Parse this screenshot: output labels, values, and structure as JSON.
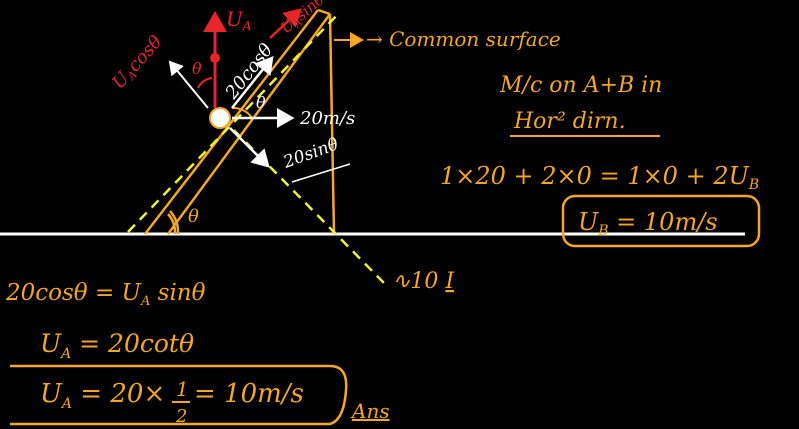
{
  "colors": {
    "background": "#000000",
    "ink_orange": "#f5a623",
    "ink_white": "#ffffff",
    "ink_red": "#e8262a",
    "dashed_yellow": "#f2f230"
  },
  "diagram": {
    "labels": {
      "ua_top": "U",
      "ua_top_sub": "A",
      "ua_cos": "U",
      "ua_cos_sub": "A",
      "ua_cos_rest": "cosθ",
      "ua_sin": "U",
      "ua_sin_sub": "A",
      "ua_sin_rest": "sinθ",
      "theta_small": "θ",
      "v20cos": "20cosθ",
      "theta_block": "θ",
      "v20": "20m/s",
      "v20sin": "20sinθ",
      "theta_incline": "θ",
      "impulse": "I",
      "impulse_prefix": "∿10"
    }
  },
  "notes": {
    "common_surface": "→ Common surface",
    "momentum_line1": "M/c on A+B in",
    "momentum_line2": "Hor² dirn.",
    "momentum_eq": "1×20 + 2×0 = 1×0 + 2U",
    "momentum_eq_sub": "B",
    "result_ub": "U",
    "result_ub_sub": "B",
    "result_ub_rest": " = 10m/s",
    "eq_cos": "20cosθ = U",
    "eq_cos_sub": "A",
    "eq_cos_rest": " sinθ",
    "eq_cot": "U",
    "eq_cot_sub": "A",
    "eq_cot_rest": " = 20cotθ",
    "final_lhs": "U",
    "final_lhs_sub": "A",
    "final_mid": " = 20×",
    "final_num": "1",
    "final_den": "2",
    "final_rest": " = 10m/s",
    "ans": "Ans"
  }
}
